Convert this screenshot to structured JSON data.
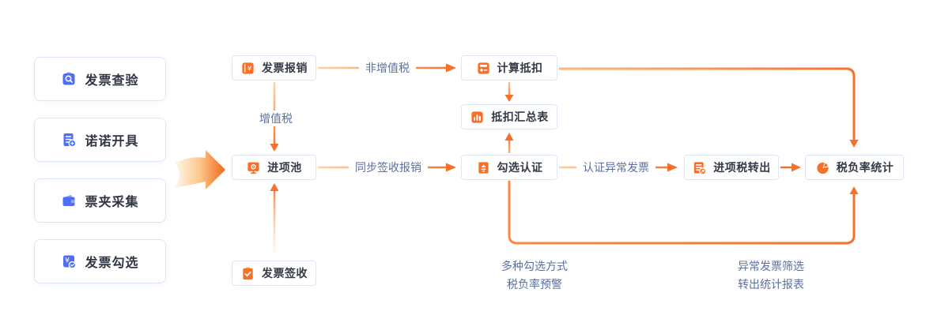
{
  "palette": {
    "accent_orange": "#f7702a",
    "accent_orange_light": "#ffd2a0",
    "icon_blue": "#4f6ef2",
    "icon_blue_light": "#8ea4f8",
    "card_border": "#dbe4fb",
    "node_border": "#dde6fb",
    "node_text": "#333a45",
    "edge_label_text": "#5b6fa0"
  },
  "left_modules": {
    "invoice_check": "发票查验",
    "invoice_issue": "诺诺开具",
    "wallet_collect": "票夹采集",
    "invoice_select": "发票勾选"
  },
  "nodes": {
    "invoice_reimburse": "发票报销",
    "input_pool": "进项池",
    "invoice_sign": "发票签收",
    "calc_deduction": "计算抵扣",
    "deduction_summary": "抵扣汇总表",
    "check_certify": "勾选认证",
    "input_tax_transfer": "进项税转出",
    "tax_rate_stats": "税负率统计"
  },
  "edge_labels": {
    "non_vat": "非增值税",
    "vat": "增值税",
    "sync_sign_reimburse": "同步签收报销",
    "certify_abnormal": "认证异常发票"
  },
  "annotations": {
    "group1_line1": "多种勾选方式",
    "group1_line2": "税负率预警",
    "group2_line1": "异常发票筛选",
    "group2_line2": "转出统计报表"
  }
}
